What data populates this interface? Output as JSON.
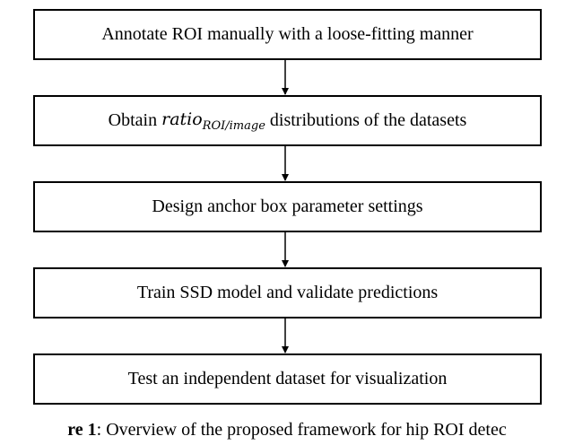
{
  "steps": [
    {
      "text": "Annotate ROI manually with a loose-fitting manner"
    },
    {
      "prefix": "Obtain",
      "math_base": "ratio",
      "math_sub": "ROI/image",
      "suffix": "distributions of the datasets"
    },
    {
      "text": "Design anchor box parameter settings"
    },
    {
      "text": "Train SSD model and validate predictions"
    },
    {
      "text": "Test an independent dataset for visualization"
    }
  ],
  "caption": {
    "label": "re 1",
    "text": ": Overview of the proposed framework for hip ROI detec"
  }
}
